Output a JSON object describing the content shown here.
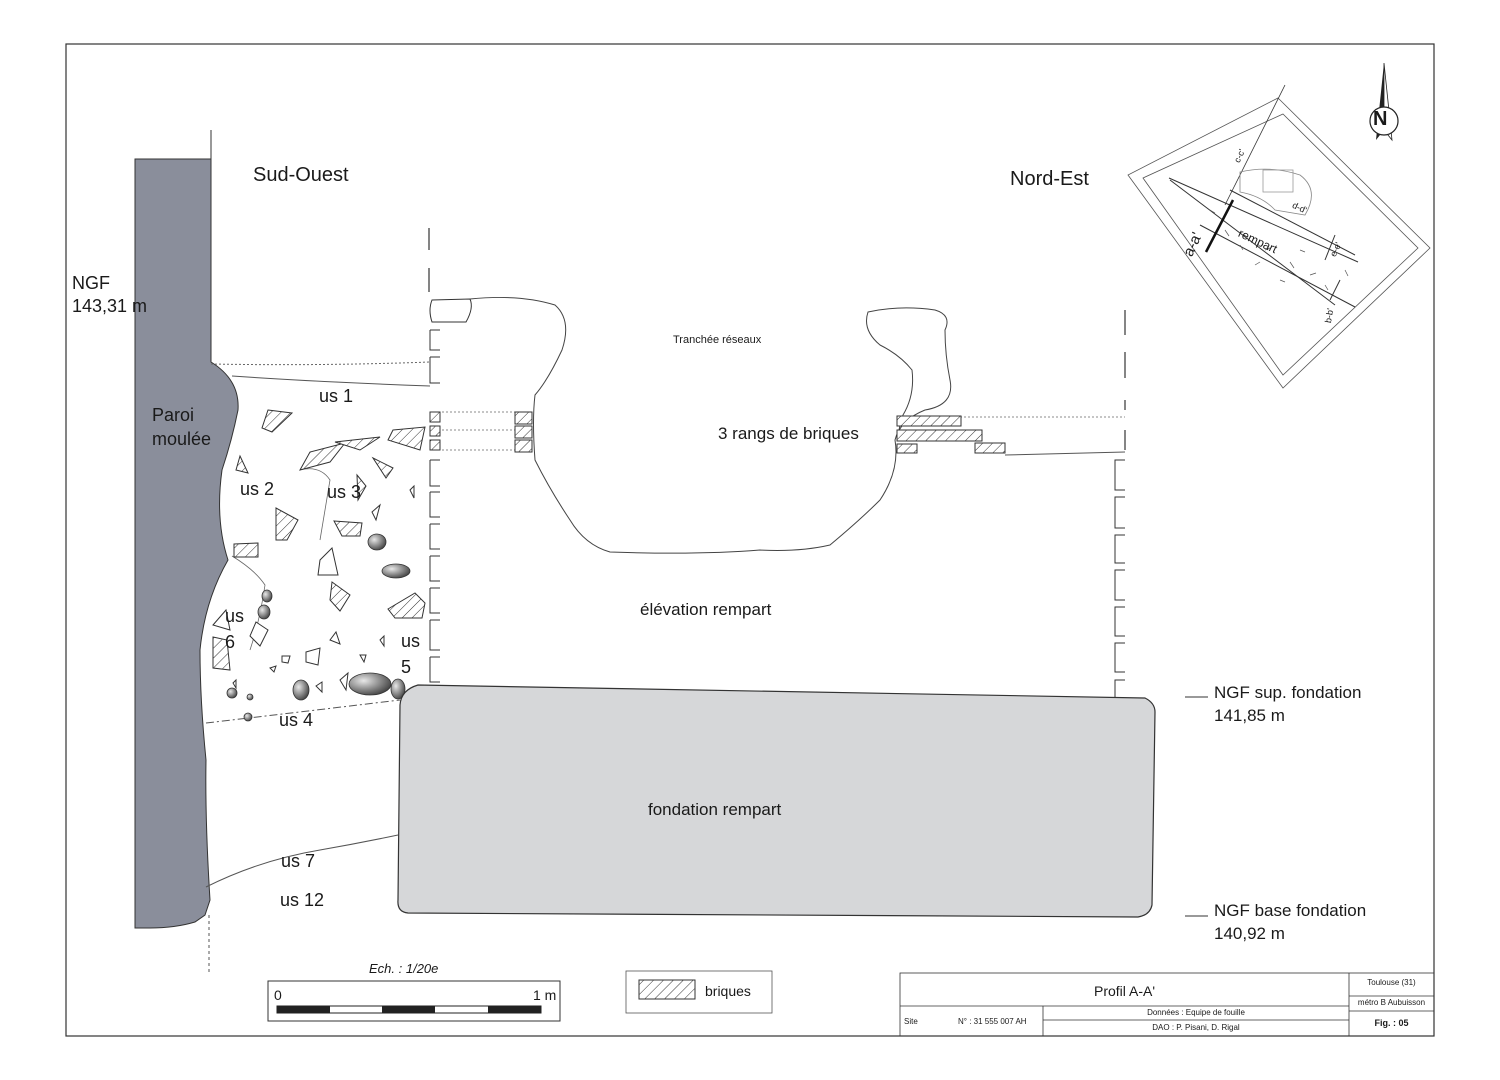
{
  "orientation": {
    "left": "Sud-Ouest",
    "right": "Nord-Est"
  },
  "levels": {
    "top": {
      "label": "NGF",
      "value": "143,31 m"
    },
    "sup_fondation": {
      "label": "NGF sup. fondation",
      "value": "141,85 m"
    },
    "base_fondation": {
      "label": "NGF base fondation",
      "value": "140,92 m"
    }
  },
  "units": {
    "paroi_line1": "Paroi",
    "paroi_line2": "moulée",
    "us1": "us 1",
    "us2": "us 2",
    "us3": "us 3",
    "us4": "us 4",
    "us5_line1": "us",
    "us5_line2": "5",
    "us6_line1": "us",
    "us6_line2": "6",
    "us7": "us 7",
    "us12": "us 12",
    "tranchee": "Tranchée réseaux",
    "briques_rows": "3 rangs de briques",
    "elevation": "élévation rempart",
    "fondation": "fondation rempart"
  },
  "inset_map": {
    "north": "N",
    "sections": [
      "a-a'",
      "b-b'",
      "c-c'",
      "d-d'",
      "e-e'"
    ],
    "rempart": "rempart"
  },
  "scale": {
    "caption": "Ech. : 1/20e",
    "start": "0",
    "end": "1 m"
  },
  "legend": {
    "bricks": "briques"
  },
  "title_block": {
    "title": "Profil A-A'",
    "location": "Toulouse (31)",
    "project": "métro B Aubuisson",
    "figure": "Fig. : 05",
    "site_label": "Site",
    "site_number": "N° : 31 555 007 AH",
    "data_credit": "Données : Equipe de fouille",
    "dao_credit": "DAO : P. Pisani, D. Rigal"
  },
  "colors": {
    "paroi": "#8a8e9b",
    "fondation": "#d6d7d9",
    "line": "#333333"
  }
}
